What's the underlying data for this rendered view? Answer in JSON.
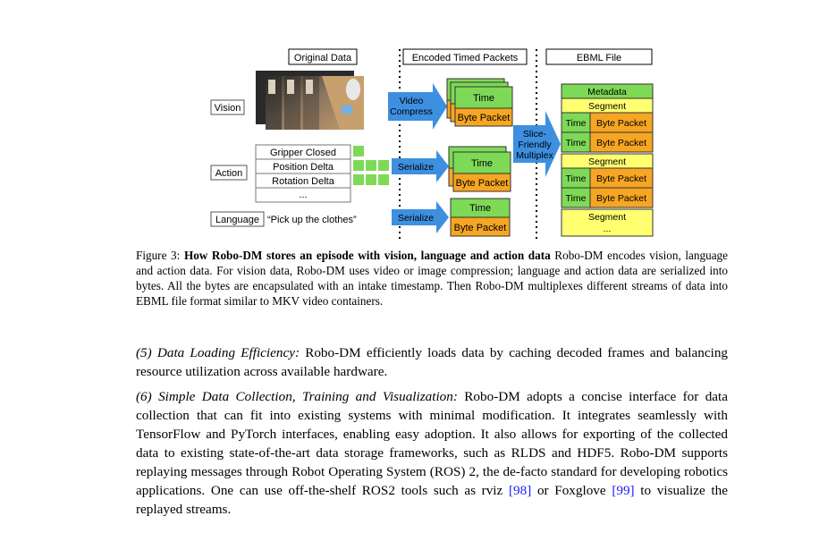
{
  "figure": {
    "headers": {
      "original": "Original Data",
      "encoded": "Encoded Timed Packets",
      "ebml": "EBML File"
    },
    "row_labels": {
      "vision": "Vision",
      "action": "Action",
      "language": "Language"
    },
    "action_table": [
      "Gripper Closed",
      "Position Delta",
      "Rotation Delta",
      "..."
    ],
    "language_text": "“Pick up the clothes”",
    "arrows": {
      "video1": "Video",
      "video2": "Compress",
      "serialize": "Serialize",
      "mux1": "Slice-",
      "mux2": "Friendly",
      "mux3": "Multiplex"
    },
    "packet": {
      "time": "Time",
      "byte": "Byte Packet"
    },
    "ebml": {
      "metadata": "Metadata",
      "segment": "Segment",
      "time": "Time",
      "byte": "Byte Packet",
      "ellipsis": "..."
    },
    "colors": {
      "green": "#7ed957",
      "orange": "#f6a623",
      "yellow": "#ffff70",
      "arrow": "#3d8fe0"
    }
  },
  "caption": {
    "label": "Figure 3: ",
    "title": "How Robo-DM stores an episode with vision, language and action data",
    "body": " Robo-DM encodes vision, language and action data. For vision data, Robo-DM uses video or image compression; language and action data are serialized into bytes. All the bytes are encapsulated with an intake timestamp. Then Robo-DM multiplexes different streams of data into EBML file format similar to MKV video containers."
  },
  "paragraphs": {
    "p5_heading": "(5) Data Loading Efficiency:",
    "p5_body": "  Robo-DM efficiently loads data by caching decoded frames and balancing resource utilization across available hardware.",
    "p6_heading": "(6) Simple Data Collection, Training and Visualization:",
    "p6_body": "  Robo-DM adopts a concise interface for data collection that can fit into existing systems with minimal modification. It integrates seamlessly with TensorFlow and PyTorch interfaces, enabling easy adoption. It also allows for exporting of the collected data to existing state-of-the-art data storage frameworks, such as RLDS and HDF5. Robo-DM supports replaying messages through Robot Operating System (ROS) 2, the de-facto standard for developing robotics applications. One can use off-the-shelf ROS2 tools such as rviz ",
    "ref1": "[98]",
    "p6_mid": " or Foxglove ",
    "ref2": "[99]",
    "p6_end": " to visualize the replayed streams."
  }
}
